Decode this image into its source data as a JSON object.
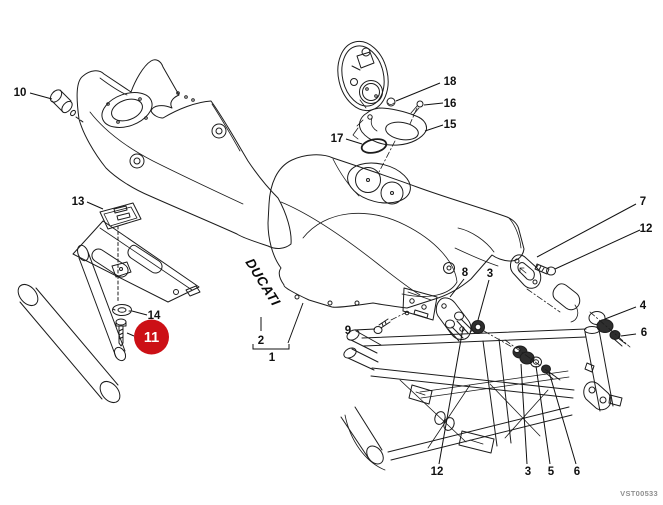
{
  "brand": {
    "text": "DUCATI"
  },
  "watermark": {
    "text": "VST00533"
  },
  "highlight": {
    "label": "11",
    "color": "#cc1016",
    "text_color": "#ffffff"
  },
  "colors": {
    "line": "#1c1c1c",
    "highlight": "#cc1016",
    "watermark": "#8f8f8f"
  },
  "callouts": [
    {
      "label": "10"
    },
    {
      "label": "13"
    },
    {
      "label": "14"
    },
    {
      "label": "17"
    },
    {
      "label": "18"
    },
    {
      "label": "16"
    },
    {
      "label": "15"
    },
    {
      "label": "7"
    },
    {
      "label": "12"
    },
    {
      "label": "4"
    },
    {
      "label": "6"
    },
    {
      "label": "9"
    },
    {
      "label": "8"
    },
    {
      "label": "3"
    },
    {
      "label": "2"
    },
    {
      "label": "1"
    },
    {
      "label": "12"
    },
    {
      "label": "3"
    },
    {
      "label": "5"
    },
    {
      "label": "6"
    }
  ]
}
